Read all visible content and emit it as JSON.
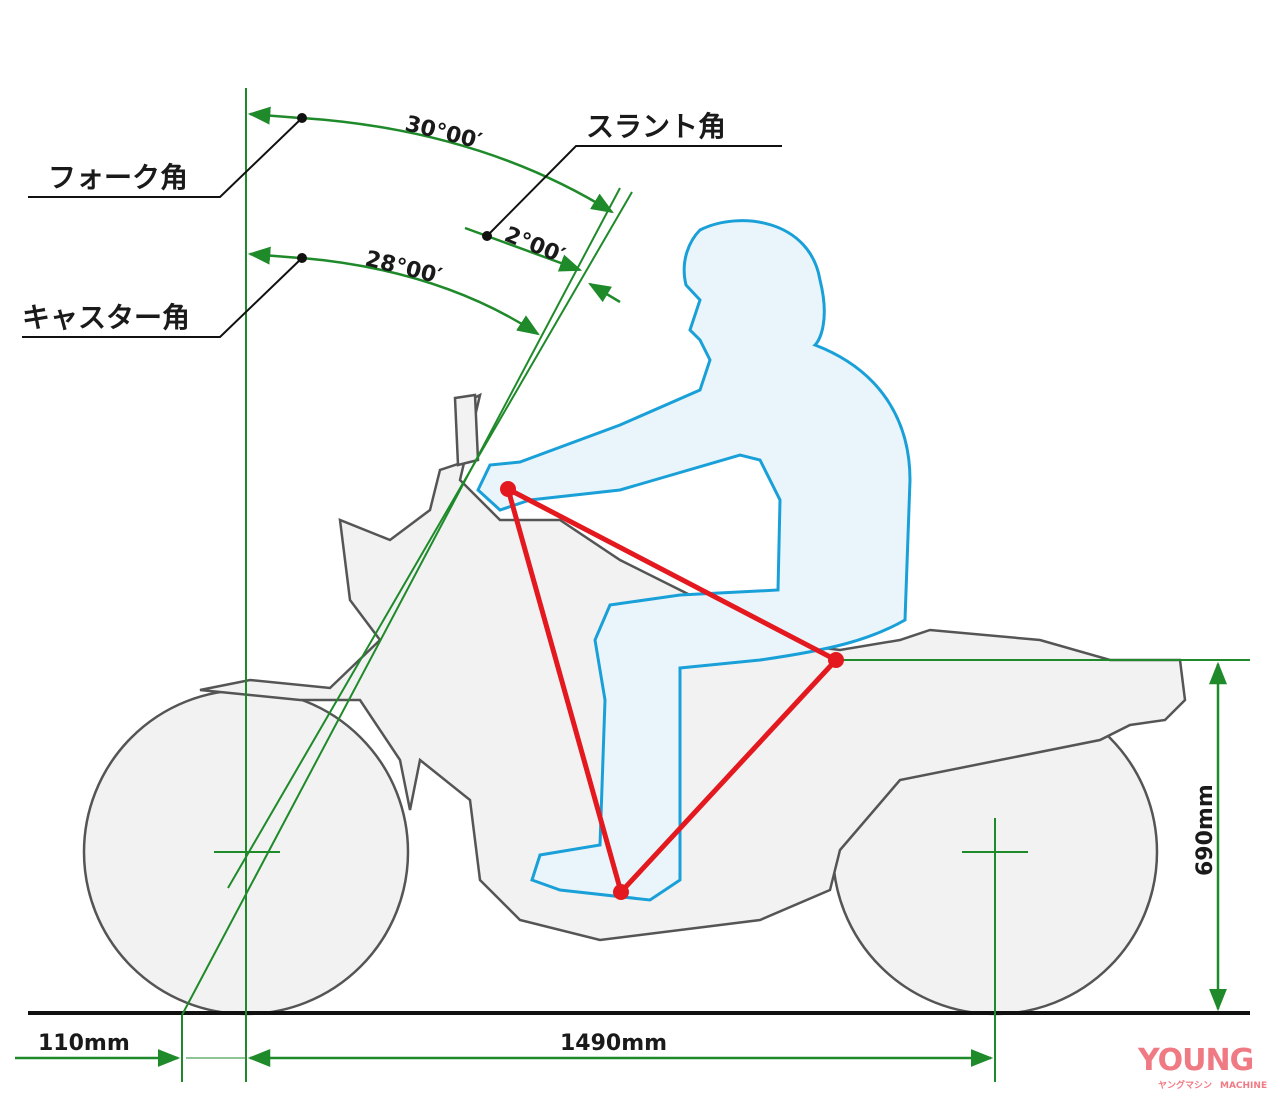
{
  "labels": {
    "fork_angle": "フォーク角",
    "caster_angle": "キャスター角",
    "slant_angle": "スラント角",
    "fork_value": "30°00′",
    "caster_value": "28°00′",
    "slant_value": "2°00′",
    "trail": "110mm",
    "wheelbase": "1490mm",
    "seat_height": "690mm"
  },
  "logo": {
    "main": "YOUNG",
    "sub_jp": "ヤングマシン",
    "sub_en": "MACHINE"
  },
  "colors": {
    "dimension_lines": "#1f8a2a",
    "rider_outline": "#1aa0d8",
    "rider_fill": "#eaf5fb",
    "triangle": "#e3191f",
    "bike_outline": "#555555",
    "bike_fill": "#f2f2f2",
    "ground": "#111111",
    "logo": "#f07a84"
  }
}
